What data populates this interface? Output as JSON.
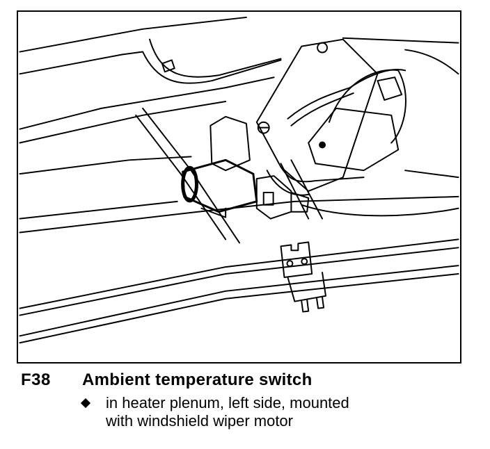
{
  "figure": {
    "code": "F38",
    "title": "Ambient temperature switch",
    "notes": [
      {
        "line1": "in heater plenum, left side, mounted",
        "line2": "with windshield wiper motor"
      }
    ]
  }
}
